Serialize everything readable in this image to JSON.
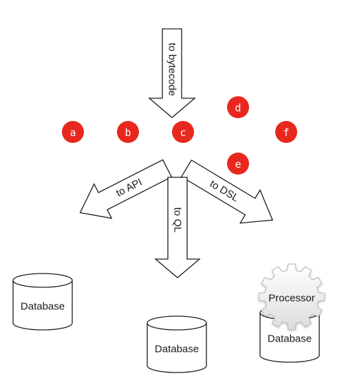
{
  "arrows": {
    "bytecode": "to bytecode",
    "api": "to API",
    "ql": "to QL",
    "dsl": "to DSL"
  },
  "nodes": {
    "a": "a",
    "b": "b",
    "c": "c",
    "d": "d",
    "e": "e",
    "f": "f"
  },
  "node_color": "#e8281e",
  "databases": {
    "left": "Database",
    "center": "Database",
    "right": "Database"
  },
  "processor": {
    "label": "Processor"
  }
}
